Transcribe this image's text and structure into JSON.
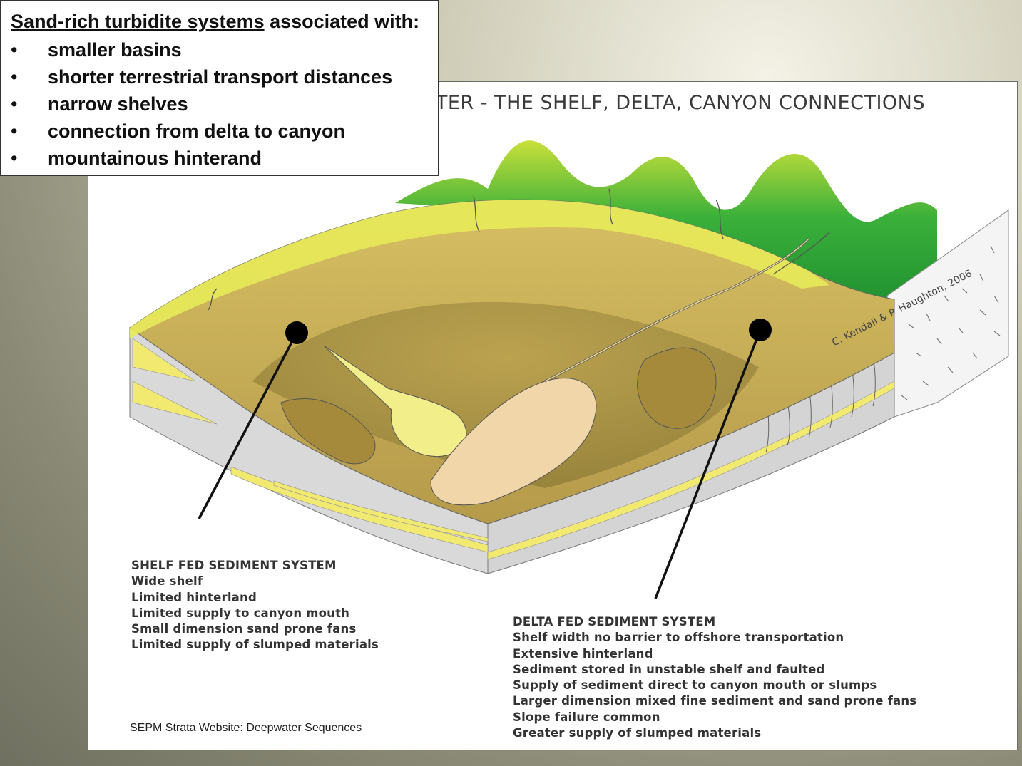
{
  "callout": {
    "headline_underlined": "Sand-rich turbidite systems",
    "headline_rest": " associated with:",
    "bullet_symbol": "•",
    "items": [
      "smaller basins",
      "shorter terrestrial transport distances",
      "narrow shelves",
      "connection from delta to canyon",
      "mountainous hinterand"
    ]
  },
  "figure": {
    "title": "ATER - THE SHELF, DELTA, CANYON CONNECTIONS",
    "credit": "C. Kendall & P. Haughton, 2006",
    "shelf_system": {
      "heading": "SHELF FED SEDIMENT SYSTEM",
      "lines": [
        "Wide shelf",
        "Limited hinterland",
        "Limited supply to canyon mouth",
        "Small dimension sand prone fans",
        "Limited supply of slumped materials"
      ]
    },
    "delta_system": {
      "heading": "DELTA FED SEDIMENT SYSTEM",
      "lines": [
        "Shelf width no barrier to offshore transportation",
        "Extensive hinterland",
        "Sediment stored in unstable shelf and faulted",
        "Supply of sediment direct to canyon mouth or  slumps",
        "Larger dimension mixed fine sediment and sand prone fans",
        "Slope failure common",
        "Greater supply of slumped materials"
      ]
    },
    "source": "SEPM Strata Website: Deepwater Sequences",
    "colors": {
      "mountain_green": "#22a03a",
      "shelf_tan": "#c7ae56",
      "coast_yellow": "#eef05a",
      "fan_pale": "#f0d6a8",
      "section_grey": "#d9d9d9"
    }
  }
}
